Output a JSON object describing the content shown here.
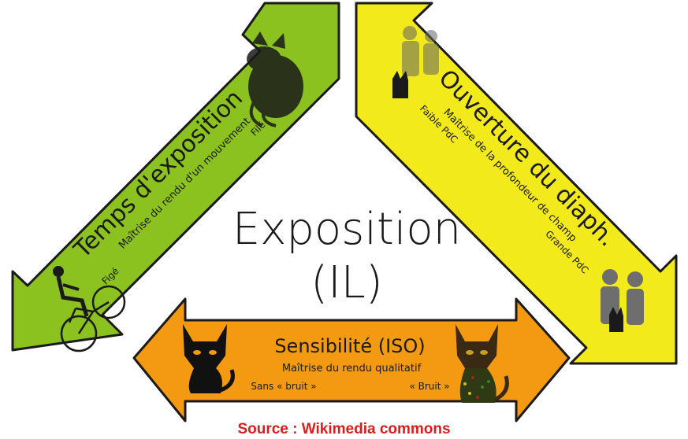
{
  "center": {
    "title": "Exposition",
    "subtitle": "(IL)"
  },
  "arrows": {
    "shutter": {
      "title": "Temps d'exposition",
      "desc": "Maîtrise du rendu d'un mouvement",
      "low": "Figé",
      "high": "Filé",
      "color": "#8cc21f"
    },
    "aperture": {
      "title": "Ouverture du diaph.",
      "desc": "Maîtrise de la profondeur de champ",
      "low": "Faible PdC",
      "high": "Grande PdC",
      "color": "#f2ea1b"
    },
    "iso": {
      "title": "Sensibilité (ISO)",
      "desc": "Maîtrise du rendu qualitatif",
      "low": "Sans « bruit »",
      "high": "« Bruit »",
      "color": "#f39a12"
    }
  },
  "source": "Source : Wikimedia commons"
}
